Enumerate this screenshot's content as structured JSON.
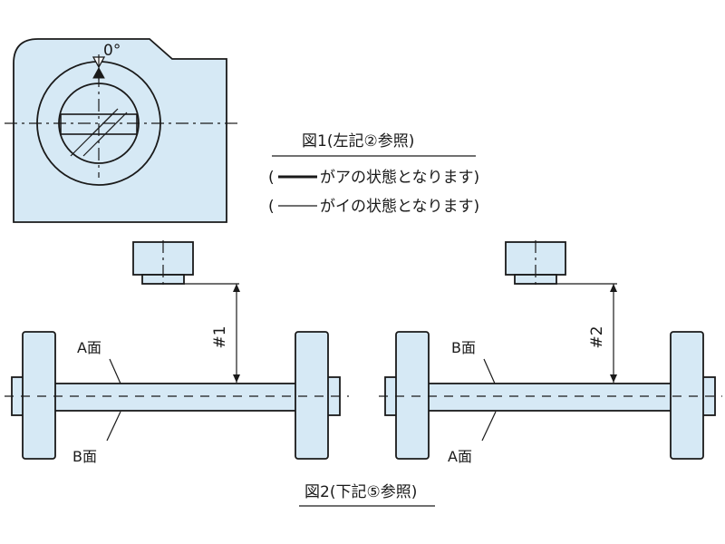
{
  "figure1": {
    "angle_label": "0°",
    "caption": "図1(左記②参照)",
    "note_line1_open": "(",
    "note_line1_text": "がアの状態となります)",
    "note_line2_open": "(",
    "note_line2_text": "がイの状態となります)"
  },
  "figure2": {
    "caption": "図2(下記⑤参照)",
    "left": {
      "dimension_label": "#1",
      "top_face_label": "A面",
      "bottom_face_label": "B面"
    },
    "right": {
      "dimension_label": "#2",
      "top_face_label": "B面",
      "bottom_face_label": "A面"
    }
  },
  "colors": {
    "part_fill": "#d6e9f5",
    "outline": "#1a1a1a",
    "background": "#ffffff"
  }
}
